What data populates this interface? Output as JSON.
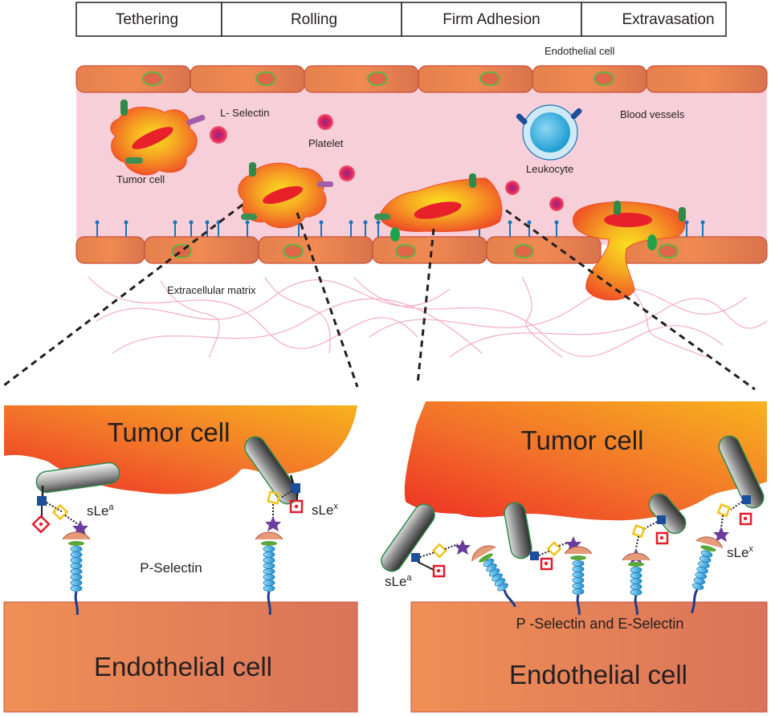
{
  "stages": [
    "Tethering",
    "Rolling",
    "Firm Adhesion",
    "Extravasation"
  ],
  "top_labels": {
    "endothelial_cell": "Endothelial cell",
    "l_selectin": "L- Selectin",
    "platelet": "Platelet",
    "tumor_cell": "Tumor cell",
    "leukocyte": "Leukocyte",
    "blood_vessels": "Blood vessels",
    "extracellular_matrix": "Extracellular matrix"
  },
  "left_zoom": {
    "tumor_cell": "Tumor cell",
    "sle_a_base": "sLe",
    "sle_a_sup": "a",
    "sle_x_base": "sLe",
    "sle_x_sup": "x",
    "p_selectin": "P-Selectin",
    "endothelial_cell": "Endothelial cell"
  },
  "right_zoom": {
    "tumor_cell": "Tumor cell",
    "sle_a_base": "sLe",
    "sle_a_sup": "a",
    "sle_x_base": "sLe",
    "sle_x_sup": "x",
    "selectins": "P -Selectin and E-Selectin",
    "endothelial_cell": "Endothelial cell"
  },
  "colors": {
    "vessel_lumen": "#f7cfd9",
    "endothelium": "#e8804e",
    "tumor_core": "#f6c21a",
    "tumor_edge": "#ef4a26",
    "leukocyte": "#3bb3e3",
    "matrix_fibers": "#f2a4b8"
  }
}
